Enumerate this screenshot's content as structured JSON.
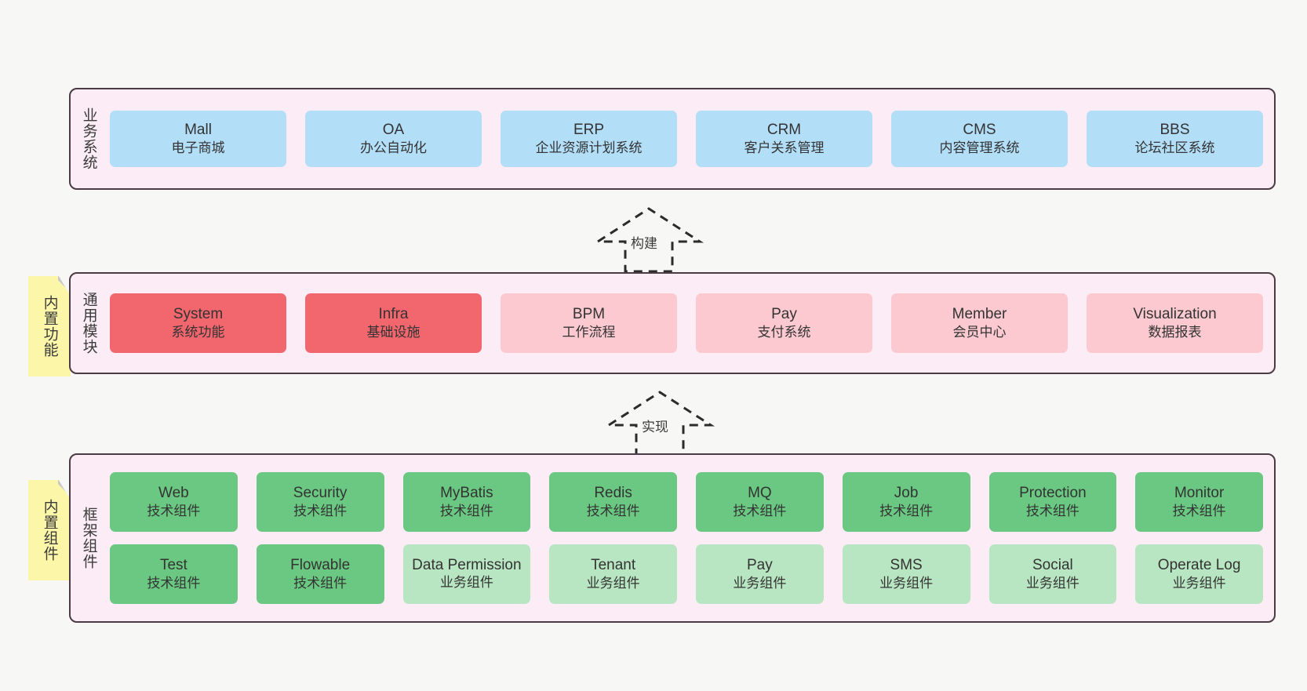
{
  "layers": [
    {
      "key": "business",
      "label": "业务系统",
      "rows": [
        [
          {
            "title": "Mall",
            "sub": "电子商城",
            "style": "c-blue"
          },
          {
            "title": "OA",
            "sub": "办公自动化",
            "style": "c-blue"
          },
          {
            "title": "ERP",
            "sub": "企业资源计划系统",
            "style": "c-blue"
          },
          {
            "title": "CRM",
            "sub": "客户关系管理",
            "style": "c-blue"
          },
          {
            "title": "CMS",
            "sub": "内容管理系统",
            "style": "c-blue"
          },
          {
            "title": "BBS",
            "sub": "论坛社区系统",
            "style": "c-blue"
          }
        ]
      ]
    },
    {
      "key": "common",
      "label": "通用模块",
      "note": "内置功能",
      "rows": [
        [
          {
            "title": "System",
            "sub": "系统功能",
            "style": "c-red"
          },
          {
            "title": "Infra",
            "sub": "基础设施",
            "style": "c-red"
          },
          {
            "title": "BPM",
            "sub": "工作流程",
            "style": "c-pink"
          },
          {
            "title": "Pay",
            "sub": "支付系统",
            "style": "c-pink"
          },
          {
            "title": "Member",
            "sub": "会员中心",
            "style": "c-pink"
          },
          {
            "title": "Visualization",
            "sub": "数据报表",
            "style": "c-pink"
          }
        ]
      ]
    },
    {
      "key": "framework",
      "label": "框架组件",
      "note": "内置组件",
      "rows": [
        [
          {
            "title": "Web",
            "sub": "技术组件",
            "style": "c-green"
          },
          {
            "title": "Security",
            "sub": "技术组件",
            "style": "c-green"
          },
          {
            "title": "MyBatis",
            "sub": "技术组件",
            "style": "c-green"
          },
          {
            "title": "Redis",
            "sub": "技术组件",
            "style": "c-green"
          },
          {
            "title": "MQ",
            "sub": "技术组件",
            "style": "c-green"
          },
          {
            "title": "Job",
            "sub": "技术组件",
            "style": "c-green"
          },
          {
            "title": "Protection",
            "sub": "技术组件",
            "style": "c-green"
          },
          {
            "title": "Monitor",
            "sub": "技术组件",
            "style": "c-green"
          }
        ],
        [
          {
            "title": "Test",
            "sub": "技术组件",
            "style": "c-green"
          },
          {
            "title": "Flowable",
            "sub": "技术组件",
            "style": "c-green"
          },
          {
            "title": "Data Permission",
            "sub": "业务组件",
            "style": "c-greenlight"
          },
          {
            "title": "Tenant",
            "sub": "业务组件",
            "style": "c-greenlight"
          },
          {
            "title": "Pay",
            "sub": "业务组件",
            "style": "c-greenlight"
          },
          {
            "title": "SMS",
            "sub": "业务组件",
            "style": "c-greenlight"
          },
          {
            "title": "Social",
            "sub": "业务组件",
            "style": "c-greenlight"
          },
          {
            "title": "Operate Log",
            "sub": "业务组件",
            "style": "c-greenlight"
          }
        ]
      ]
    }
  ],
  "connectors": [
    {
      "key": "build",
      "label": "构建"
    },
    {
      "key": "implement",
      "label": "实现"
    }
  ],
  "colors": {
    "background": "#f7f7f5",
    "layer_bg": "#fbecf5",
    "layer_border": "#4a3b44",
    "blue": "#b3def8",
    "red": "#f2666d",
    "pink": "#fbc9cf",
    "green": "#6bc882",
    "green_light": "#b9e6c2",
    "note_bg": "#fcf6a8",
    "note_fold": "#c9c9c9",
    "text": "#333333"
  }
}
